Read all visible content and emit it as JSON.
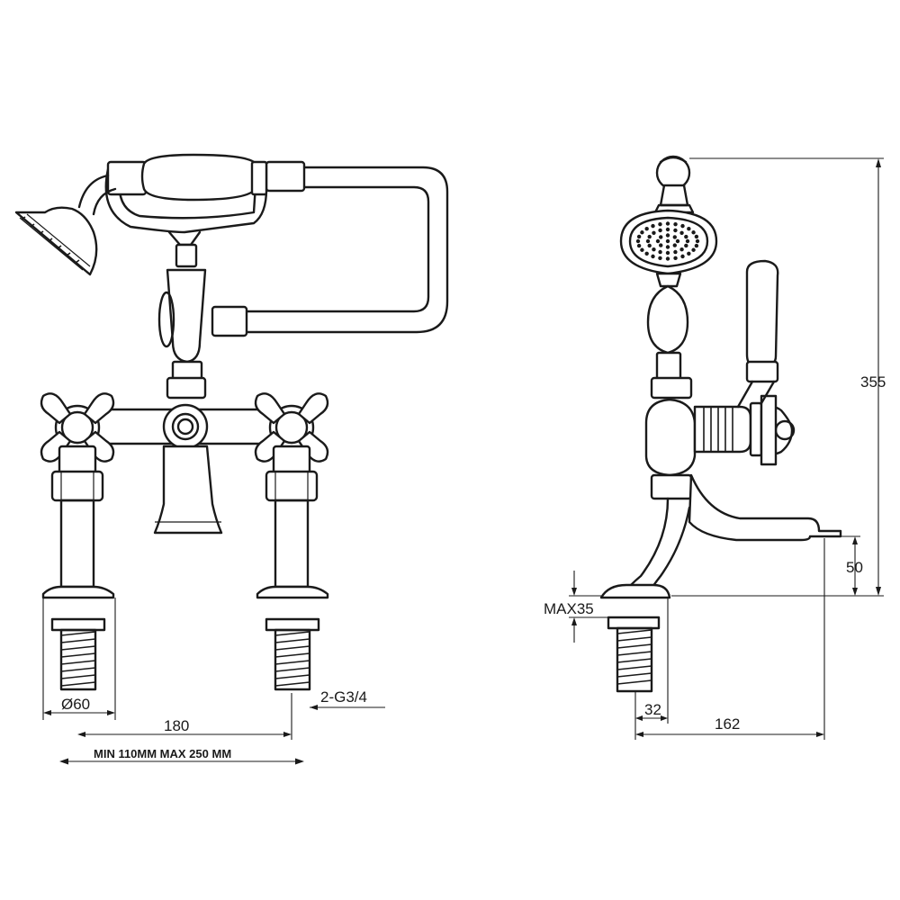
{
  "dimensions": {
    "base_diameter": "Ø60",
    "centres": "180",
    "centres_range": "MIN 110MM  MAX 250 MM",
    "inlet_thread": "2-G3/4",
    "overall_height": "355",
    "spout_height": "50",
    "max_deck_thickness": "MAX35",
    "inlet_offset": "32",
    "spout_reach": "162"
  }
}
